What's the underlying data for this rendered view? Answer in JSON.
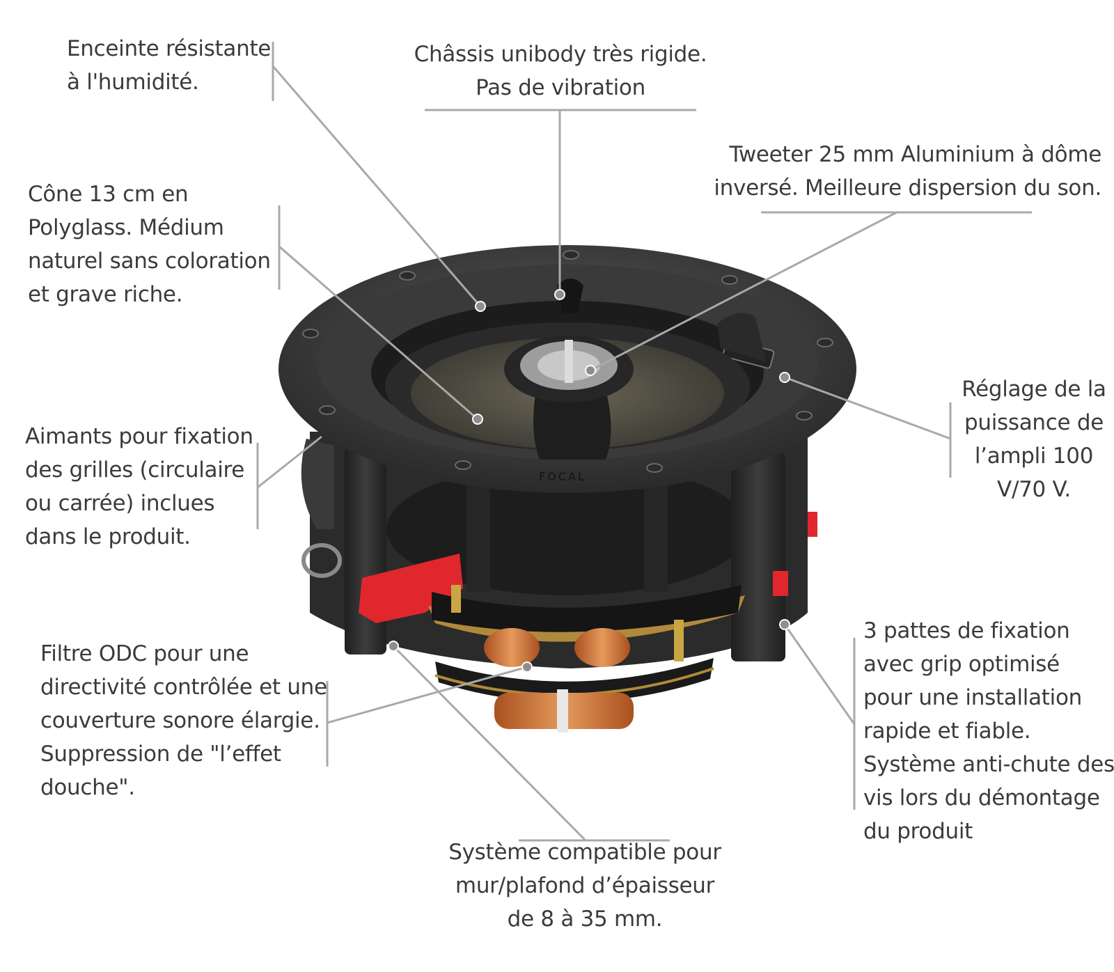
{
  "brand": "FOCAL",
  "colors": {
    "text": "#3b3b3b",
    "leader": "#a9a9a9",
    "speaker_frame": "#2e2e2e",
    "accent_red": "#e0272e",
    "copper": "#c86a2c"
  },
  "callouts": {
    "humidity": {
      "lines": [
        "Enceinte résistante",
        "à l'humidité."
      ]
    },
    "chassis": {
      "lines": [
        "Châssis unibody très rigide.",
        "Pas de vibration"
      ]
    },
    "tweeter": {
      "lines": [
        "Tweeter 25 mm Aluminium à dôme",
        "inversé. Meilleure dispersion du son."
      ]
    },
    "cone": {
      "lines": [
        "Cône 13 cm en",
        "Polyglass. Médium",
        "naturel sans coloration",
        "et grave riche."
      ]
    },
    "amp": {
      "lines": [
        "Réglage de la",
        "puissance de",
        "l’ampli 100",
        "V/70 V."
      ]
    },
    "magnets": {
      "lines": [
        "Aimants pour fixation",
        "des grilles (circulaire",
        "ou carrée) inclues",
        "dans le produit."
      ]
    },
    "filter": {
      "lines": [
        "Filtre ODC pour une",
        "directivité contrôlée et une",
        "couverture sonore élargie.",
        "Suppression de \"l’effet",
        "douche\"."
      ]
    },
    "tabs": {
      "lines": [
        "3 pattes de fixation",
        "avec grip optimisé",
        "pour une installation",
        "rapide et fiable.",
        "Système anti-chute des",
        "vis lors du démontage",
        "du produit"
      ]
    },
    "wall": {
      "lines": [
        "Système compatible pour",
        "mur/plafond d’épaisseur",
        "de 8 à 35 mm."
      ]
    }
  }
}
